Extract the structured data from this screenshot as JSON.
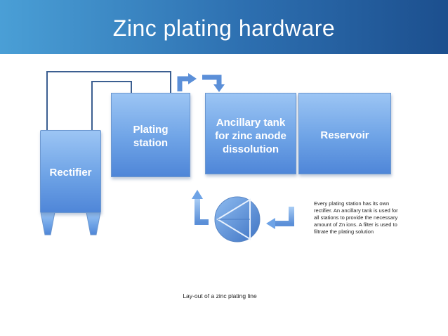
{
  "header": {
    "title": "Zinc plating hardware"
  },
  "components": {
    "rectifier": "Rectifier",
    "plating_station_line1": "Plating",
    "plating_station_line2": "station",
    "ancillary_line1": "Ancillary tank",
    "ancillary_line2": "for zinc anode",
    "ancillary_line3": "dissolution",
    "reservoir": "Reservoir"
  },
  "note": "Every plating station has its own rectifier. An ancillary tank is used for all stations to provide the necessary amount of Zn ions. A filter is used to filtrate the plating solution",
  "caption": "Lay-out of a zinc plating line",
  "colors": {
    "header_start": "#4a9fd6",
    "header_end": "#1c4f8e",
    "box_fill": "#6ea3e6",
    "wire": "#3c5f91"
  }
}
